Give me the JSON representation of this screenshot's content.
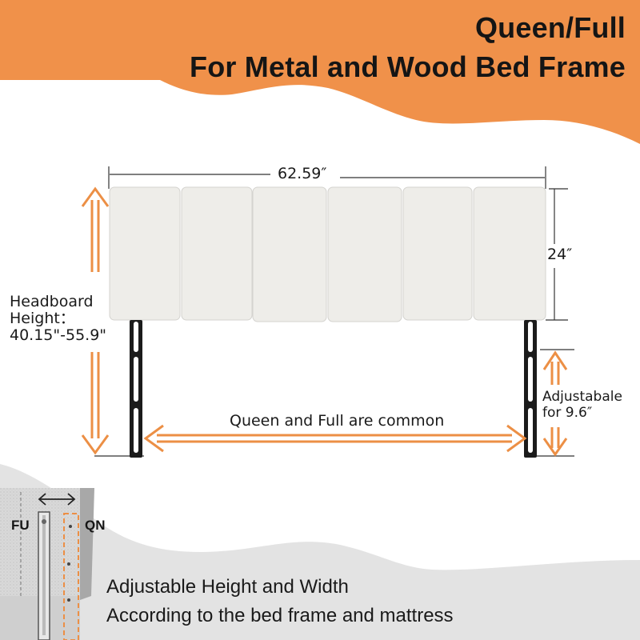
{
  "header": {
    "title_line1": "Queen/Full",
    "title_line2": "For Metal and Wood Bed Frame",
    "banner_color": "#f0914a"
  },
  "diagram": {
    "width_label": "62.59″",
    "panel_height_label": "24″",
    "headboard_height": {
      "line1": "Headboard",
      "line2": "Height：",
      "line3": "40.15\"-55.9\""
    },
    "adjustable": {
      "line1": "Adjustabale",
      "line2": "for 9.6″"
    },
    "common_label": "Queen and Full are common",
    "panel_count": 6,
    "panel_color": "#eeede9",
    "leg_color": "#1b1b1b",
    "arrow_color": "#ec8f45"
  },
  "detail": {
    "left_label": "FU",
    "right_label": "QN"
  },
  "footer": {
    "line1": "Adjustable Height and Width",
    "line2": "According to the bed frame and mattress",
    "band_color": "#e3e3e3"
  }
}
